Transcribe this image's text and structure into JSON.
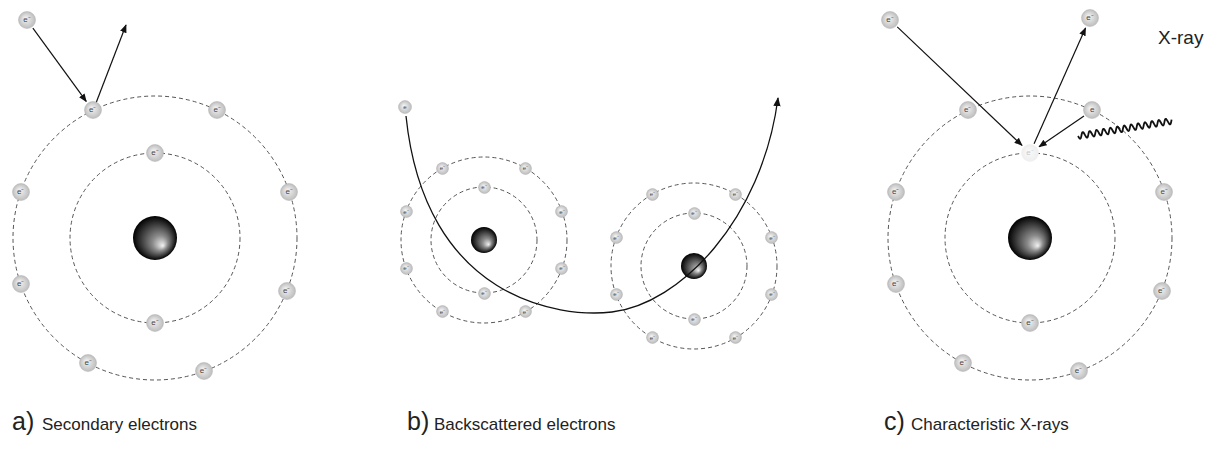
{
  "diagram": {
    "nodes": [
      {
        "text": [
          "e⁻"
        ]
      },
      {
        "text": [
          "e⁻"
        ]
      },
      {
        "text": [
          "e⁻"
        ]
      },
      {
        "text": [
          "e⁻"
        ]
      },
      {
        "text": [
          "e⁻"
        ]
      },
      {
        "text": [
          "e⁻"
        ]
      },
      {
        "text": [
          "e⁻"
        ]
      },
      {
        "text": [
          "e⁻"
        ]
      },
      {
        "text": [
          "e⁻"
        ]
      },
      {
        "text": [
          "e⁻"
        ]
      },
      {
        "text": [
          "e⁻"
        ]
      },
      {
        "text": [
          "e"
        ]
      },
      {
        "text": [
          "e⁻"
        ]
      },
      {
        "text": [
          "e⁻"
        ]
      },
      {
        "text": [
          "e⁻"
        ]
      },
      {
        "text": [
          "e⁻"
        ]
      },
      {
        "text": [
          "e⁻"
        ]
      },
      {
        "text": [
          "e⁻"
        ]
      },
      {
        "text": [
          "e⁻"
        ]
      },
      {
        "text": [
          "e⁻"
        ]
      },
      {
        "text": [
          "e⁻"
        ]
      },
      {
        "text": [
          "e⁻"
        ]
      },
      {
        "text": [
          "e⁻"
        ]
      },
      {
        "text": [
          "e⁻"
        ]
      },
      {
        "text": [
          "e⁻"
        ]
      },
      {
        "text": [
          "e⁻"
        ]
      },
      {
        "text": [
          "e⁻"
        ]
      },
      {
        "text": [
          "e⁻"
        ]
      },
      {
        "text": [
          "e⁻"
        ]
      },
      {
        "text": [
          "e⁻"
        ]
      },
      {
        "text": [
          "e⁻"
        ]
      },
      {
        "text": [
          "e⁻"
        ]
      },
      {
        "text": [
          "e⁻"
        ]
      },
      {
        "text": [
          "e⁻"
        ]
      },
      {
        "text": [
          "e"
        ]
      },
      {
        "text": [
          "e⁻"
        ]
      },
      {
        "text": [
          "e⁻"
        ]
      },
      {
        "text": [
          "e⁻"
        ]
      },
      {
        "text": [
          "e⁻"
        ]
      },
      {
        "text": [
          "e⁻"
        ]
      },
      {
        "text": [
          "e⁻"
        ]
      },
      {
        "text": [
          "e⁻"
        ]
      },
      {
        "text": [
          "e⁻"
        ]
      },
      {
        "text": [
          "e⁻"
        ]
      }
    ],
    "edges": [
      {
        "from": 0,
        "to": 1,
        "arrow": "to"
      },
      {
        "from": 32,
        "to": 35,
        "arrow": "to"
      },
      {
        "from": 35,
        "to": 33,
        "arrow": "to"
      },
      {
        "from": 34,
        "to": 35,
        "arrow": "to"
      }
    ],
    "labels": [
      "a)",
      "Secondary electrons",
      "b)",
      "Backscattered electrons",
      "c)",
      "Characteristic X-rays",
      "X-ray"
    ]
  }
}
